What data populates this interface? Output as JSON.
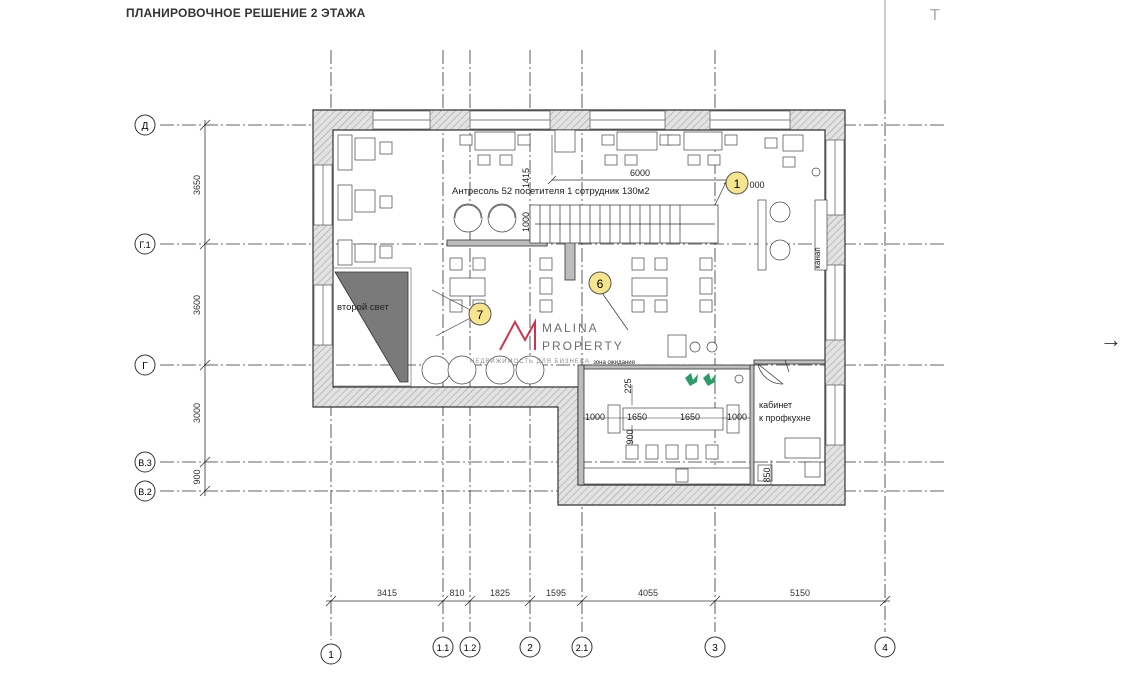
{
  "title": "ПЛАНИРОВОЧНОЕ РЕШЕНИЕ 2 ЭТАЖА",
  "nav": {
    "next_icon": "arrow-right-icon",
    "next_glyph": "→",
    "top_fragment": "Т"
  },
  "axes": {
    "rows": [
      {
        "id": "row-d",
        "label": "Д"
      },
      {
        "id": "row-g1",
        "label": "Г.1"
      },
      {
        "id": "row-g",
        "label": "Г"
      },
      {
        "id": "row-v3",
        "label": "В.3"
      },
      {
        "id": "row-v2",
        "label": "В.2"
      }
    ],
    "cols": [
      {
        "id": "col-1",
        "label": "1"
      },
      {
        "id": "col-1-1",
        "label": "1.1"
      },
      {
        "id": "col-1-2",
        "label": "1.2"
      },
      {
        "id": "col-2",
        "label": "2"
      },
      {
        "id": "col-2-1",
        "label": "2.1"
      },
      {
        "id": "col-3",
        "label": "3"
      },
      {
        "id": "col-4",
        "label": "4"
      }
    ]
  },
  "dimensions": {
    "left": [
      "3650",
      "3600",
      "3000",
      "900"
    ],
    "bottom": [
      "3415",
      "810",
      "1825",
      "1595",
      "4055",
      "5150"
    ],
    "interior": {
      "d6000": "6000",
      "d1415": "1415",
      "d1000v": "1000",
      "d000": "000",
      "d225": "225",
      "d1000a": "1000",
      "d1650a": "1650",
      "d1650b": "1650",
      "d1000b": "1000",
      "d900": "900",
      "d850": "850"
    }
  },
  "labels": {
    "mezzanine": "Антресоль 52 посетителя 1 сотрудник 130м2",
    "second_light": "второй свет",
    "office_line1": "кабинет",
    "office_line2": "к профкухне",
    "gallery": "канап",
    "window_label": "зона ожидания"
  },
  "markers": [
    {
      "id": "marker-1",
      "num": "1"
    },
    {
      "id": "marker-6",
      "num": "6"
    },
    {
      "id": "marker-7",
      "num": "7"
    }
  ],
  "watermark": {
    "line1": "MALINA",
    "line2": "PROPERTY",
    "line3": "НЕДВИЖИМОСТЬ ДЛЯ БИЗНЕСА",
    "color": "#c8102e"
  },
  "colors": {
    "marker_fill": "#f6e58d",
    "wall_fill": "#d0d0d0",
    "plant": "#2e9b6a"
  }
}
